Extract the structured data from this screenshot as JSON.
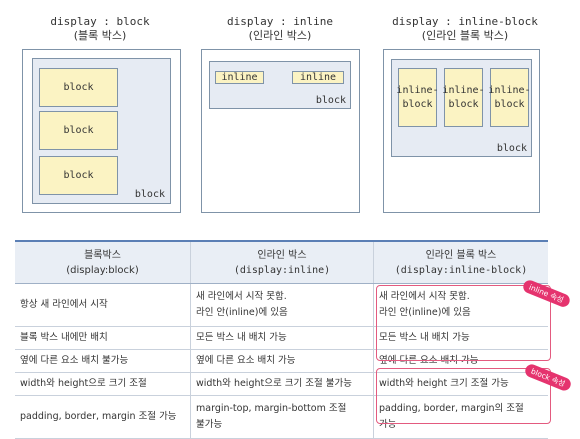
{
  "diagrams": [
    {
      "title": "display : block",
      "subtitle": "(블록 박스)",
      "boxes": [
        "block",
        "block",
        "block"
      ],
      "container_label": "block"
    },
    {
      "title": "display : inline",
      "subtitle": "(인라인 박스)",
      "boxes": [
        "inline",
        "inline"
      ],
      "container_label": "block"
    },
    {
      "title": "display : inline-block",
      "subtitle": "(인라인 블록 박스)",
      "boxes": [
        "inline-\nblock",
        "inline-\nblock",
        "inline-\nblock"
      ],
      "container_label": "block"
    }
  ],
  "table": {
    "headers": [
      {
        "title": "블록박스",
        "sub": "(display:block)"
      },
      {
        "title": "인라인 박스",
        "sub": "(display:inline)"
      },
      {
        "title": "인라인 블록 박스",
        "sub": "(display:inline-block)"
      }
    ],
    "rows": [
      [
        "항상 새 라인에서 시작",
        "새 라인에서 시작 못함.\n라인 안(inline)에 있음",
        "새 라인에서 시작 못함.\n라인 안(inline)에 있음"
      ],
      [
        "블록 박스 내에만 배치",
        "모든 박스 내 배치 가능",
        "모든 박스 내 배치 가능"
      ],
      [
        "옆에 다른 요소 배치 불가능",
        "옆에 다른 요소 배치 가능",
        "옆에 다른 요소 배치 가능"
      ],
      [
        "width와 height으로 크기 조절",
        "width와 height으로 크기 조절 불가능",
        "width와 height 크기 조절 가능"
      ],
      [
        "padding, border, margin 조절 가능",
        "margin-top, margin-bottom 조절\n불가능",
        "padding, border, margin의 조절\n가능"
      ]
    ],
    "badges": [
      "inline 속성",
      "block 속성"
    ]
  }
}
